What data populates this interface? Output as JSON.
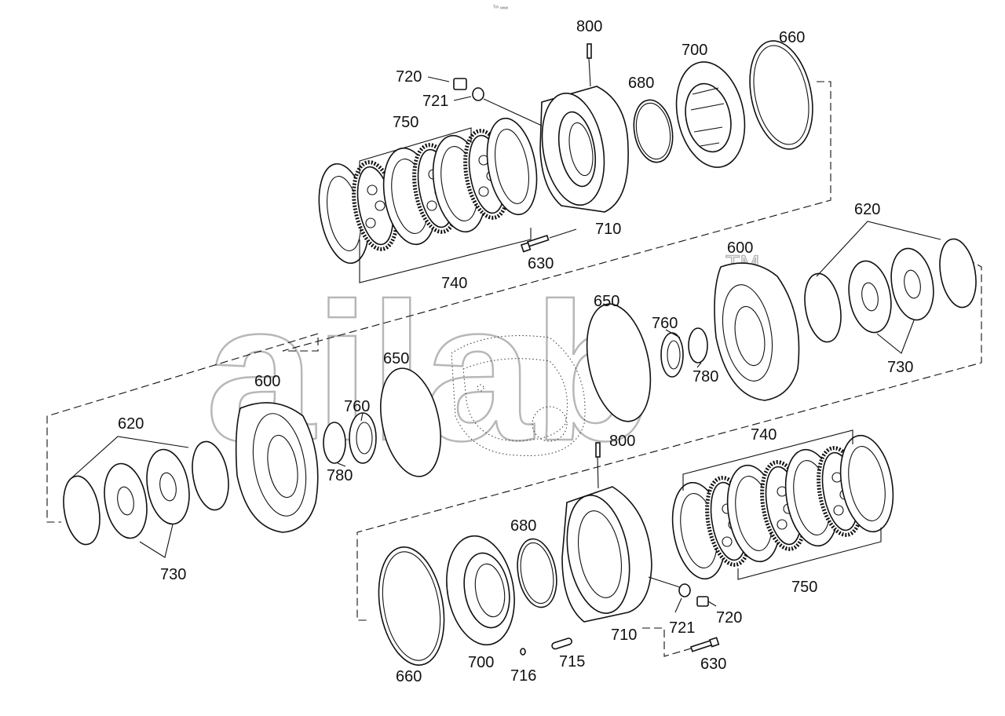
{
  "header": {
    "tiny_text": "ᵀᵐ ∞∞"
  },
  "watermark": {
    "text": "ailab",
    "tm": "TM"
  },
  "labels": {
    "l800a": "800",
    "l720a": "720",
    "l721a": "721",
    "l750a": "750",
    "l680a": "680",
    "l700a": "700",
    "l660a": "660",
    "l710a": "710",
    "l630a": "630",
    "l740a": "740",
    "l620a": "620",
    "l600a": "600",
    "l650a": "650",
    "l760a": "760",
    "l780a": "780",
    "l730a": "730",
    "l600b": "600",
    "l620b": "620",
    "l650b": "650",
    "l760b": "760",
    "l780b": "780",
    "l730b": "730",
    "l800b": "800",
    "l740b": "740",
    "l680b": "680",
    "l750b": "750",
    "l721b": "721",
    "l720b": "720",
    "l710b": "710",
    "l660b": "660",
    "l700b": "700",
    "l716": "716",
    "l715": "715",
    "l630b": "630"
  },
  "icons": {
    "ring": "ring-icon",
    "friction_disc": "friction-disc-icon",
    "piston": "piston-icon",
    "clutch_housing": "clutch-housing-icon",
    "bearing": "bearing-icon",
    "bolt": "bolt-icon",
    "cover": "cover-icon"
  }
}
